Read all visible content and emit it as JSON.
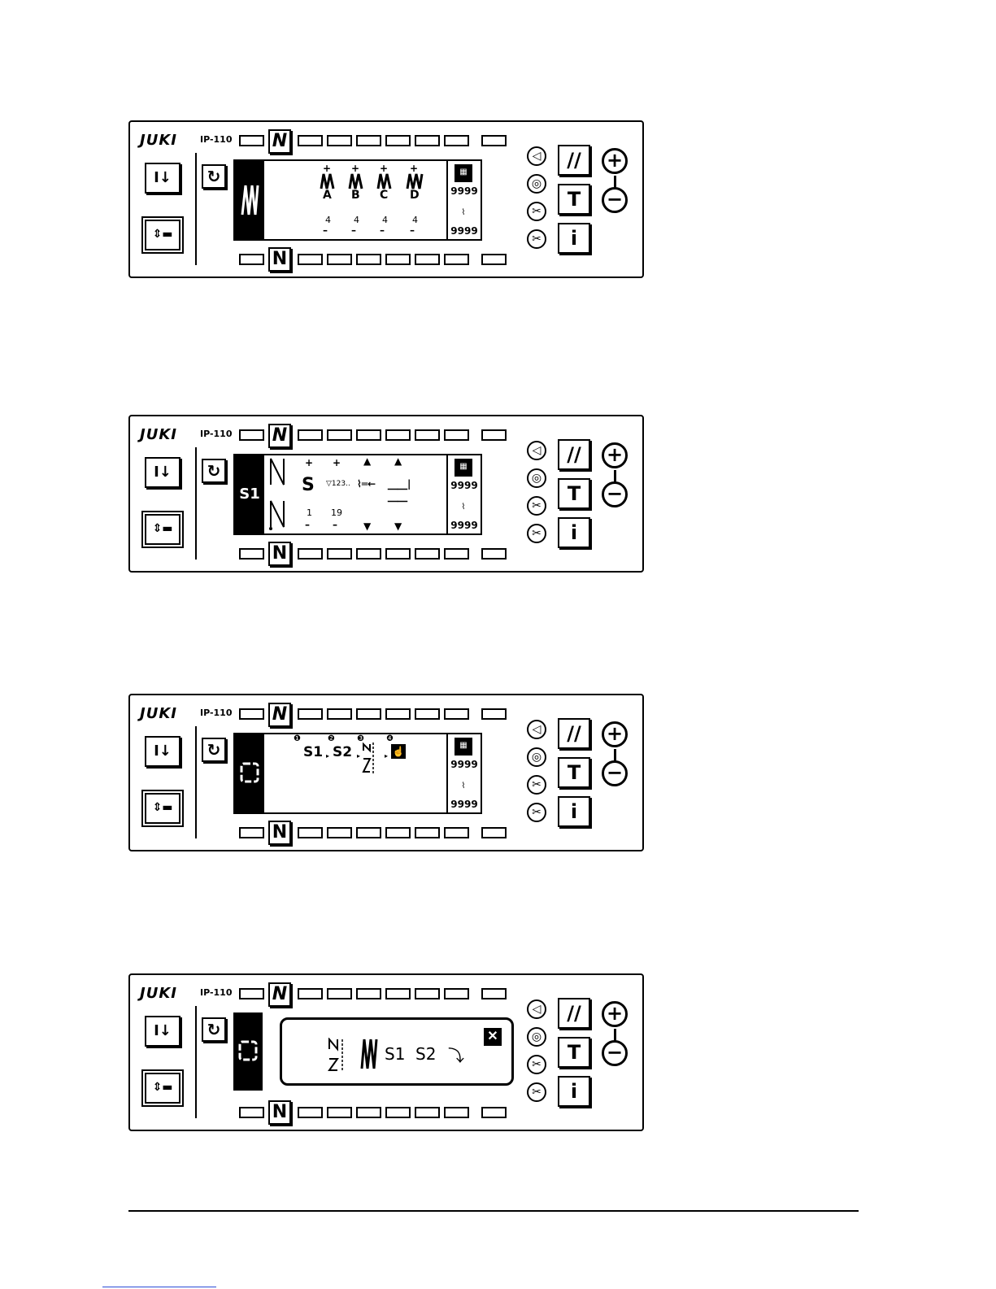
{
  "brand": {
    "logo": "JUKI",
    "model": "IP-110"
  },
  "common_keys": {
    "n_upper": "N",
    "n_lower": "N",
    "rotate_icon": "rotate-icon",
    "reset_label": "//",
    "t_label": "T",
    "info_label": "i",
    "plus_label": "+",
    "minus_label": "−",
    "counter_top": "9999",
    "counter_bottom": "9999"
  },
  "panel1": {
    "tab_icon": "w-stitch-icon",
    "columns": [
      {
        "letter": "A",
        "value": "4"
      },
      {
        "letter": "B",
        "value": "4"
      },
      {
        "letter": "C",
        "value": "4"
      },
      {
        "letter": "D",
        "value": "4"
      }
    ]
  },
  "panel2": {
    "tab_label": "S1",
    "items": [
      {
        "label": "S",
        "value": "1"
      },
      {
        "label": "counter-icon",
        "value": "19"
      },
      {
        "label": "feed-icon",
        "value": ""
      },
      {
        "label": "needle-icon",
        "value": ""
      }
    ]
  },
  "panel3": {
    "steps": [
      {
        "num": "❶",
        "label": "S1"
      },
      {
        "num": "❷",
        "label": "S2"
      },
      {
        "num": "❸",
        "label": ""
      },
      {
        "num": "❹",
        "label": ""
      }
    ]
  },
  "panel4": {
    "dialog_items": [
      "S1",
      "S2"
    ],
    "close": "✕"
  }
}
